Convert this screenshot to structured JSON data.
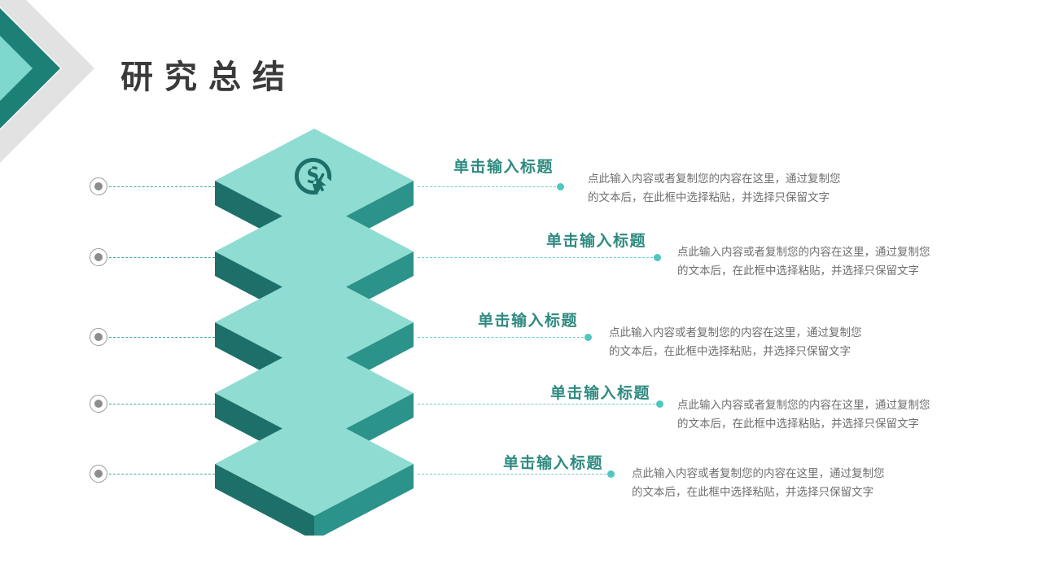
{
  "slide": {
    "title": "研究总结",
    "background_color": "#ffffff"
  },
  "decoration": {
    "chevron": {
      "name": "chevron-decoration",
      "layers": [
        {
          "label": "outer-gray",
          "color": "#e2e2e2"
        },
        {
          "label": "middle-teal",
          "color": "#1d8076"
        },
        {
          "label": "inner-mint",
          "color": "#7fd8ce"
        }
      ]
    }
  },
  "stack": {
    "icon": {
      "name": "pay-per-click-icon",
      "symbol": "$",
      "color": "#1d7069"
    },
    "colors": {
      "top_face": "#8fdcd2",
      "left_face": "#1d7069",
      "right_face": "#2b9389"
    },
    "slab_count": 5
  },
  "markers": {
    "dot_color": "#8d8d8d",
    "ring_color": "#9b9b9b",
    "line_color": "#3fa79c",
    "end_dot_color": "#4fc7bd"
  },
  "items": [
    {
      "title": "单击输入标题",
      "body_line_1": "点此输入内容或者复制您的内容在这里，通过复制您",
      "body_line_2": "的文本后，在此框中选择粘贴，并选择只保留文字"
    },
    {
      "title": "单击输入标题",
      "body_line_1": "点此输入内容或者复制您的内容在这里，通过复制您",
      "body_line_2": "的文本后，在此框中选择粘贴，并选择只保留文字"
    },
    {
      "title": "单击输入标题",
      "body_line_1": "点此输入内容或者复制您的内容在这里，通过复制您",
      "body_line_2": "的文本后，在此框中选择粘贴，并选择只保留文字"
    },
    {
      "title": "单击输入标题",
      "body_line_1": "点此输入内容或者复制您的内容在这里，通过复制您",
      "body_line_2": "的文本后，在此框中选择粘贴，并选择只保留文字"
    },
    {
      "title": "单击输入标题",
      "body_line_1": "点此输入内容或者复制您的内容在这里，通过复制您",
      "body_line_2": "的文本后，在此框中选择粘贴，并选择只保留文字"
    }
  ]
}
